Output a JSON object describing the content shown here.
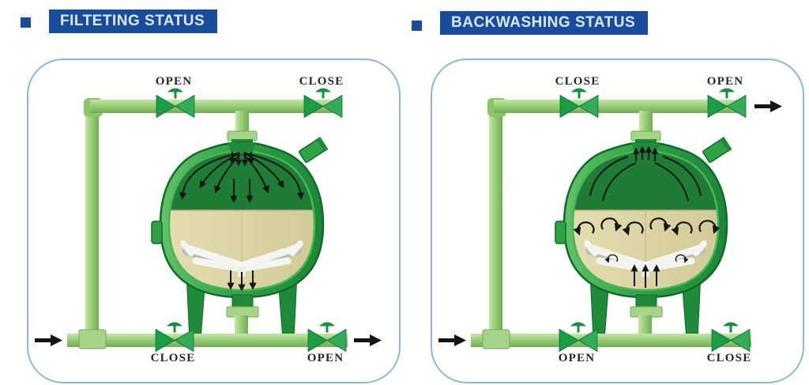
{
  "headers": [
    {
      "title": "FILTETING STATUS"
    },
    {
      "title": "BACKWASHING STATUS"
    }
  ],
  "panels": [
    {
      "id": "filtering",
      "valves": {
        "top_left": "OPEN",
        "top_right": "CLOSE",
        "bottom_left": "CLOSE",
        "bottom_right": "OPEN"
      },
      "arrows": {
        "inlet": "black arrow entering at bottom-left pointing right",
        "outlet": "black arrow exiting at bottom-right pointing right",
        "tank_flow": "water fans downward from top distributor through sand bed to bottom laterals"
      }
    },
    {
      "id": "backwashing",
      "valves": {
        "top_left": "CLOSE",
        "top_right": "OPEN",
        "bottom_left": "OPEN",
        "bottom_right": "CLOSE"
      },
      "arrows": {
        "inlet": "black arrow entering at bottom-left pointing right",
        "outlet": "black arrow exiting at top-right pointing right",
        "tank_flow": "water rises from bottom laterals, swirls through sand bed, exits through top dome"
      }
    }
  ],
  "colors": {
    "header_blue": "#1a4c9c",
    "panel_border": "#8ab8da",
    "pipe_green_light": "#9bce7b",
    "valve_green": "#1b9c47",
    "tank_green": "#2fa344",
    "tank_dark_green": "#15722e",
    "headspace_green": "#1e7c34",
    "sand": "#dcd5a3",
    "laterals_white": "#f3f5f1",
    "arrow_black": "#151515"
  }
}
